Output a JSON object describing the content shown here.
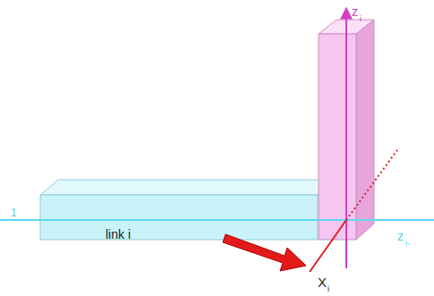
{
  "diagram": {
    "labels": [
      "1",
      "link i",
      "z",
      "i",
      "z",
      "i-",
      "X",
      "i"
    ]
  }
}
